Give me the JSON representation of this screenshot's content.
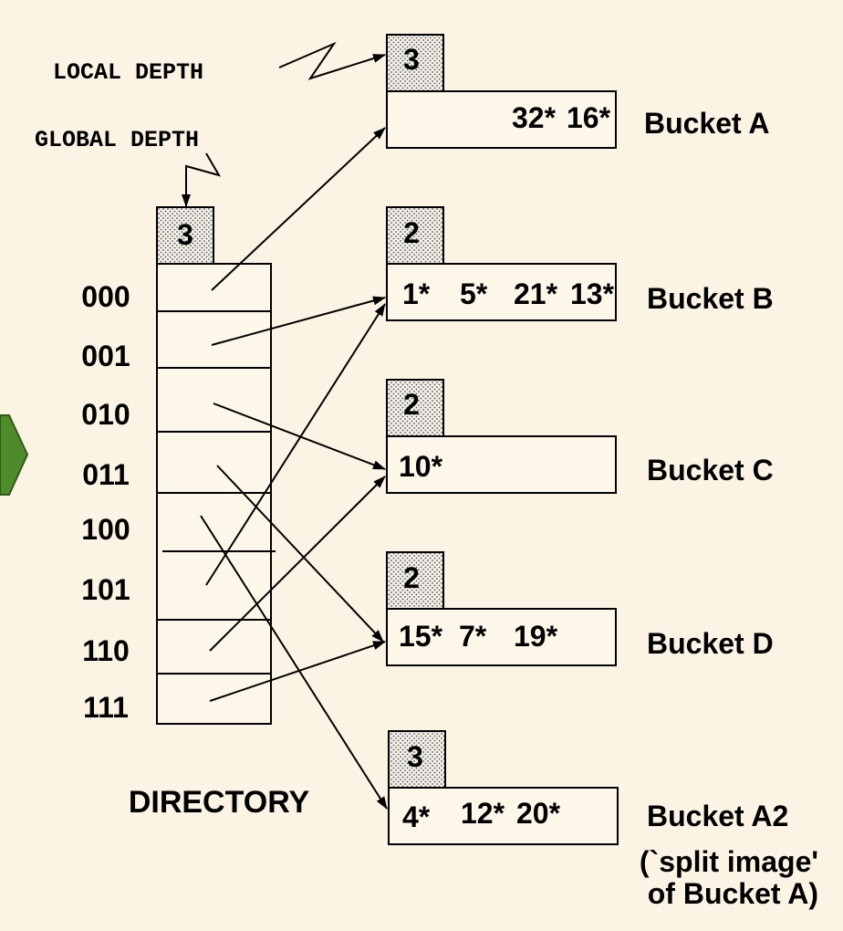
{
  "labels": {
    "local_depth": "LOCAL DEPTH",
    "global_depth": "GLOBAL DEPTH",
    "directory": "DIRECTORY"
  },
  "global_depth_value": "3",
  "directory_entries": [
    "000",
    "001",
    "010",
    "011",
    "100",
    "101",
    "110",
    "111"
  ],
  "buckets": [
    {
      "name": "Bucket A",
      "local_depth": "3",
      "entries": [
        "32*",
        "16*"
      ]
    },
    {
      "name": "Bucket B",
      "local_depth": "2",
      "entries": [
        "1*",
        "5*",
        "21*",
        "13*"
      ]
    },
    {
      "name": "Bucket C",
      "local_depth": "2",
      "entries": [
        "10*"
      ]
    },
    {
      "name": "Bucket D",
      "local_depth": "2",
      "entries": [
        "15*",
        "7*",
        "19*"
      ]
    },
    {
      "name": "Bucket A2",
      "local_depth": "3",
      "entries": [
        "4*",
        "12*",
        "20*"
      ],
      "note_line1": "(`split image'",
      "note_line2": "of Bucket A)"
    }
  ],
  "colors": {
    "background": "#fbf3e4",
    "nav_arrow": "#4f8a2b"
  }
}
